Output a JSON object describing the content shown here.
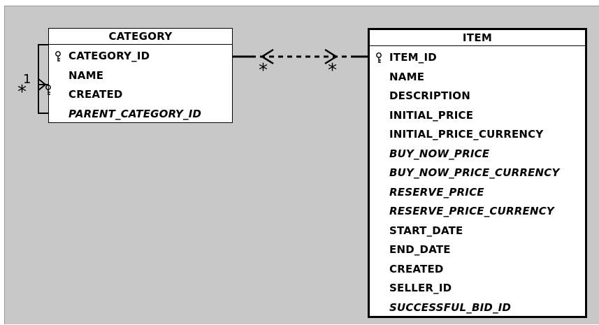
{
  "diagram": {
    "entities": [
      {
        "id": "category",
        "title": "CATEGORY",
        "columns": [
          {
            "name": "CATEGORY_ID",
            "primary_key": true,
            "foreign_key": false
          },
          {
            "name": "NAME",
            "primary_key": false,
            "foreign_key": false
          },
          {
            "name": "CREATED",
            "primary_key": false,
            "foreign_key": false
          },
          {
            "name": "PARENT_CATEGORY_ID",
            "primary_key": false,
            "foreign_key": true
          }
        ]
      },
      {
        "id": "item",
        "title": "ITEM",
        "selected": true,
        "columns": [
          {
            "name": "ITEM_ID",
            "primary_key": true,
            "foreign_key": false
          },
          {
            "name": "NAME",
            "primary_key": false,
            "foreign_key": false
          },
          {
            "name": "DESCRIPTION",
            "primary_key": false,
            "foreign_key": false
          },
          {
            "name": "INITIAL_PRICE",
            "primary_key": false,
            "foreign_key": false
          },
          {
            "name": "INITIAL_PRICE_CURRENCY",
            "primary_key": false,
            "foreign_key": false
          },
          {
            "name": "BUY_NOW_PRICE",
            "primary_key": false,
            "foreign_key": true
          },
          {
            "name": "BUY_NOW_PRICE_CURRENCY",
            "primary_key": false,
            "foreign_key": true
          },
          {
            "name": "RESERVE_PRICE",
            "primary_key": false,
            "foreign_key": true
          },
          {
            "name": "RESERVE_PRICE_CURRENCY",
            "primary_key": false,
            "foreign_key": true
          },
          {
            "name": "START_DATE",
            "primary_key": false,
            "foreign_key": false
          },
          {
            "name": "END_DATE",
            "primary_key": false,
            "foreign_key": false
          },
          {
            "name": "CREATED",
            "primary_key": false,
            "foreign_key": false
          },
          {
            "name": "SELLER_ID",
            "primary_key": false,
            "foreign_key": false
          },
          {
            "name": "SUCCESSFUL_BID_ID",
            "primary_key": false,
            "foreign_key": true
          }
        ]
      }
    ],
    "relationships": [
      {
        "from": "category",
        "to": "item",
        "line_style": "dashed",
        "from_label": "*",
        "to_label": "*"
      },
      {
        "from": "category",
        "to": "category",
        "line_style": "solid",
        "labels": [
          "1",
          "*"
        ]
      }
    ]
  }
}
